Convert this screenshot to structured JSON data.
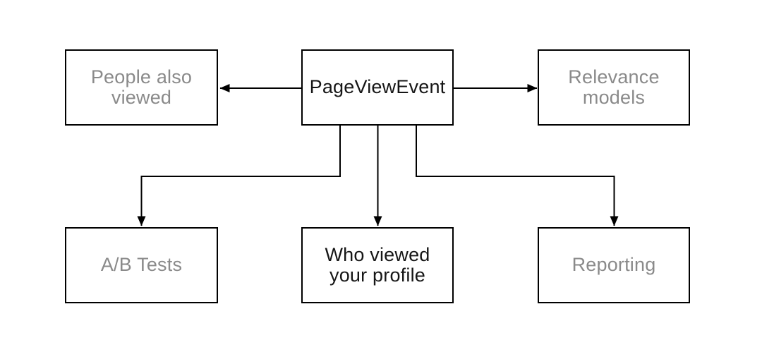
{
  "diagram": {
    "colors": {
      "background": "#ffffff",
      "line": "#000000",
      "muted_text": "#8a8a8a",
      "emphasis_text": "#161616"
    },
    "nodes": {
      "page_view_event": {
        "label": "PageViewEvent",
        "lines": [
          "PageViewEvent"
        ],
        "text_style": "emphasis"
      },
      "people_also_viewed": {
        "label": "People also viewed",
        "lines": [
          "People also",
          "viewed"
        ],
        "text_style": "muted"
      },
      "relevance_models": {
        "label": "Relevance models",
        "lines": [
          "Relevance",
          "models"
        ],
        "text_style": "muted"
      },
      "ab_tests": {
        "label": "A/B Tests",
        "lines": [
          "A/B Tests"
        ],
        "text_style": "muted"
      },
      "who_viewed_your_profile": {
        "label": "Who viewed your profile",
        "lines": [
          "Who viewed",
          "your profile"
        ],
        "text_style": "emphasis"
      },
      "reporting": {
        "label": "Reporting",
        "lines": [
          "Reporting"
        ],
        "text_style": "muted"
      }
    },
    "edges": [
      {
        "from": "PageViewEvent",
        "to": "People also viewed"
      },
      {
        "from": "PageViewEvent",
        "to": "Relevance models"
      },
      {
        "from": "PageViewEvent",
        "to": "A/B Tests"
      },
      {
        "from": "PageViewEvent",
        "to": "Who viewed your profile"
      },
      {
        "from": "PageViewEvent",
        "to": "Reporting"
      }
    ]
  }
}
